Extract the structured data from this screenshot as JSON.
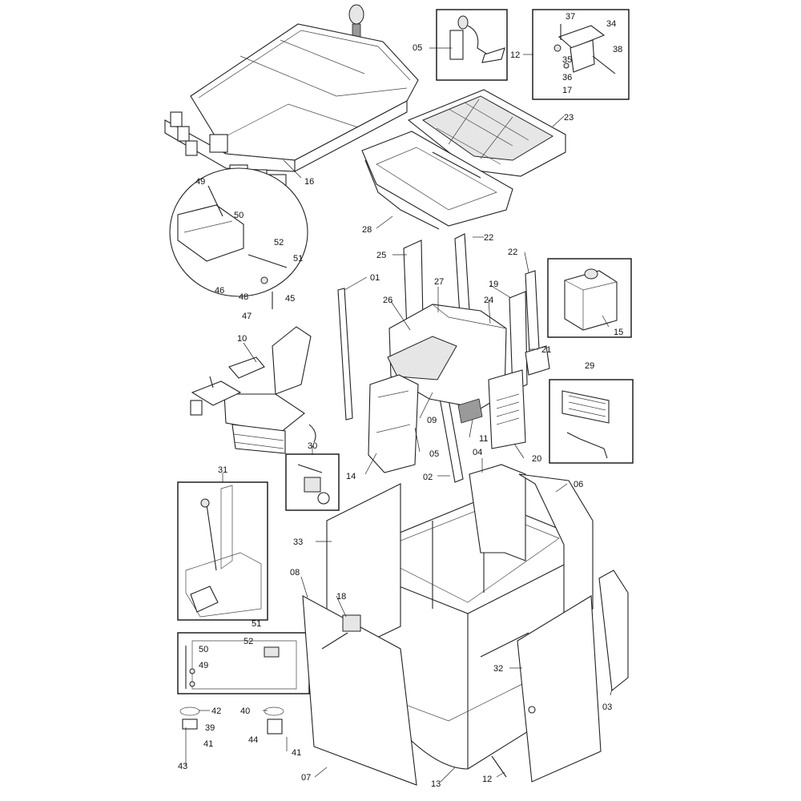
{
  "labels": {
    "l01": "01",
    "l02": "02",
    "l03": "03",
    "l04": "04",
    "l05a": "05",
    "l05b": "05",
    "l06": "06",
    "l07": "07",
    "l08": "08",
    "l09": "09",
    "l10": "10",
    "l11": "11",
    "l12a": "12",
    "l12b": "12",
    "l13": "13",
    "l14": "14",
    "l15": "15",
    "l16": "16",
    "l17": "17",
    "l18": "18",
    "l19": "19",
    "l20": "20",
    "l21": "21",
    "l22a": "22",
    "l22b": "22",
    "l23": "23",
    "l24": "24",
    "l25": "25",
    "l26": "26",
    "l27": "27",
    "l28": "28",
    "l29": "29",
    "l30": "30",
    "l31": "31",
    "l32": "32",
    "l33": "33",
    "l34": "34",
    "l35": "35",
    "l36": "36",
    "l37": "37",
    "l38": "38",
    "l39": "39",
    "l40": "40",
    "l41a": "41",
    "l41b": "41",
    "l42": "42",
    "l43": "43",
    "l44": "44",
    "l45": "45",
    "l46": "46",
    "l47": "47",
    "l48": "48",
    "l49a": "49",
    "l49b": "49",
    "l50a": "50",
    "l50b": "50",
    "l51a": "51",
    "l51b": "51",
    "l52a": "52",
    "l52b": "52"
  }
}
